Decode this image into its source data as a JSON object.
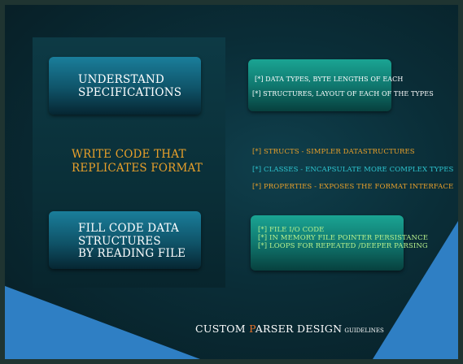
{
  "colors": {
    "background": "#0a2d37",
    "orange_text": "#e9a02a",
    "teal_text": "#2ec7d2",
    "corner_blue": "#2f7fc4",
    "footer_accent": "#e8732a"
  },
  "steps": {
    "understand": "UNDERSTAND\nSPECIFICATIONS",
    "write": "WRITE CODE THAT\nREPLICATES FORMAT",
    "fill": "FILL CODE DATA\nSTRUCTURES\nBY READING FILE"
  },
  "notes_understand": [
    "[*]  DATA TYPES, BYTE LENGTHS OF EACH",
    "[*] STRUCTURES, LAYOUT OF EACH OF THE TYPES"
  ],
  "notes_write": [
    "[*] STRUCTS - SIMPLER DATASTRUCTURES",
    "[*] CLASSES - ENCAPSULATE MORE COMPLEX TYPES",
    "[*] PROPERTIES - EXPOSES THE FORMAT INTERFACE"
  ],
  "notes_fill": [
    "[*] FILE I/O CODE",
    "[*] IN MEMORY FILE POINTER PERSISTANCE",
    "[*] LOOPS FOR REPEATED /DEEPER PARSING"
  ],
  "footer": {
    "part1": "CUSTOM ",
    "accent": "P",
    "part2": "ARSER DESIGN",
    "sub": "GUIDELINES"
  }
}
